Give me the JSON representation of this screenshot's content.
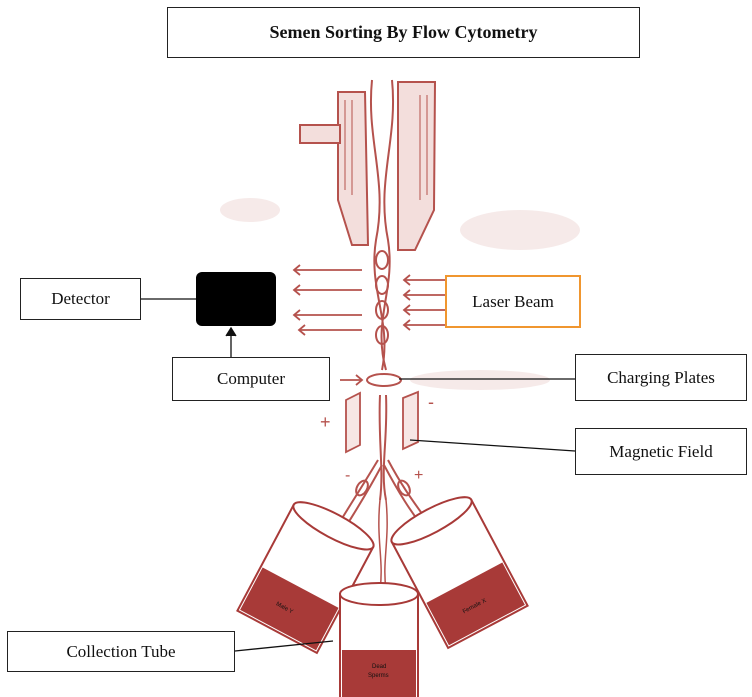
{
  "title": "Semen Sorting By Flow Cytometry",
  "labels": {
    "detector": "Detector",
    "laser_beam": "Laser Beam",
    "computer": "Computer",
    "charging_plates": "Charging Plates",
    "magnetic_field": "Magnetic Field",
    "collection_tube": "Collection Tube"
  },
  "tube_labels": {
    "left": "Male Y",
    "right": "Female X",
    "bottom_line1": "Dead",
    "bottom_line2": "Sperms"
  },
  "plate_signs": {
    "plus": "+",
    "minus": "-"
  },
  "colors": {
    "sketch": "#b5524d",
    "sketch_light": "#d49a96",
    "tube_fill": "#a83a38",
    "laser_border": "#f0962f",
    "detector_fill": "#000000"
  }
}
